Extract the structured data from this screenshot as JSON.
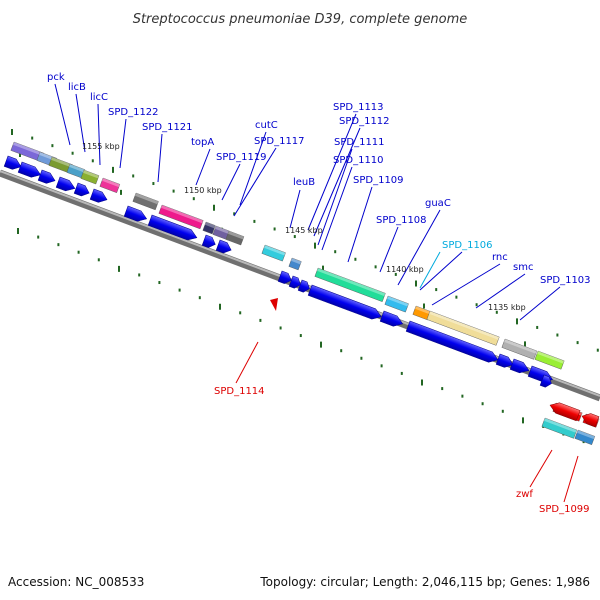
{
  "title": "Streptococcus pneumoniae D39, complete genome",
  "footer": {
    "accession": "Accession: NC_008533",
    "stats": "Topology: circular; Length: 2,046,115 bp; Genes: 1,986"
  },
  "kbp_markers": [
    "1155 kbp",
    "1150 kbp",
    "1145 kbp",
    "1140 kbp",
    "1135 kbp"
  ],
  "labels_upper": [
    "pck",
    "licB",
    "licC",
    "SPD_1122",
    "SPD_1121",
    "topA",
    "SPD_1119",
    "cutC",
    "SPD_1117",
    "leuB",
    "SPD_1113",
    "SPD_1112",
    "SPD_1111",
    "SPD_1110",
    "SPD_1109",
    "SPD_1108",
    "guaC",
    "SPD_1106",
    "rnc",
    "smc",
    "SPD_1103"
  ],
  "labels_lower": [
    "SPD_1114",
    "zwf",
    "SPD_1099"
  ],
  "colors": {
    "forward_label": "#0000cc",
    "highlight_label": "#00aadd",
    "reverse_label": "#dd0000",
    "cds_forward": "#0000ee",
    "cds_reverse": "#ee0000",
    "backbone": "#808080",
    "tick": "#226622"
  }
}
